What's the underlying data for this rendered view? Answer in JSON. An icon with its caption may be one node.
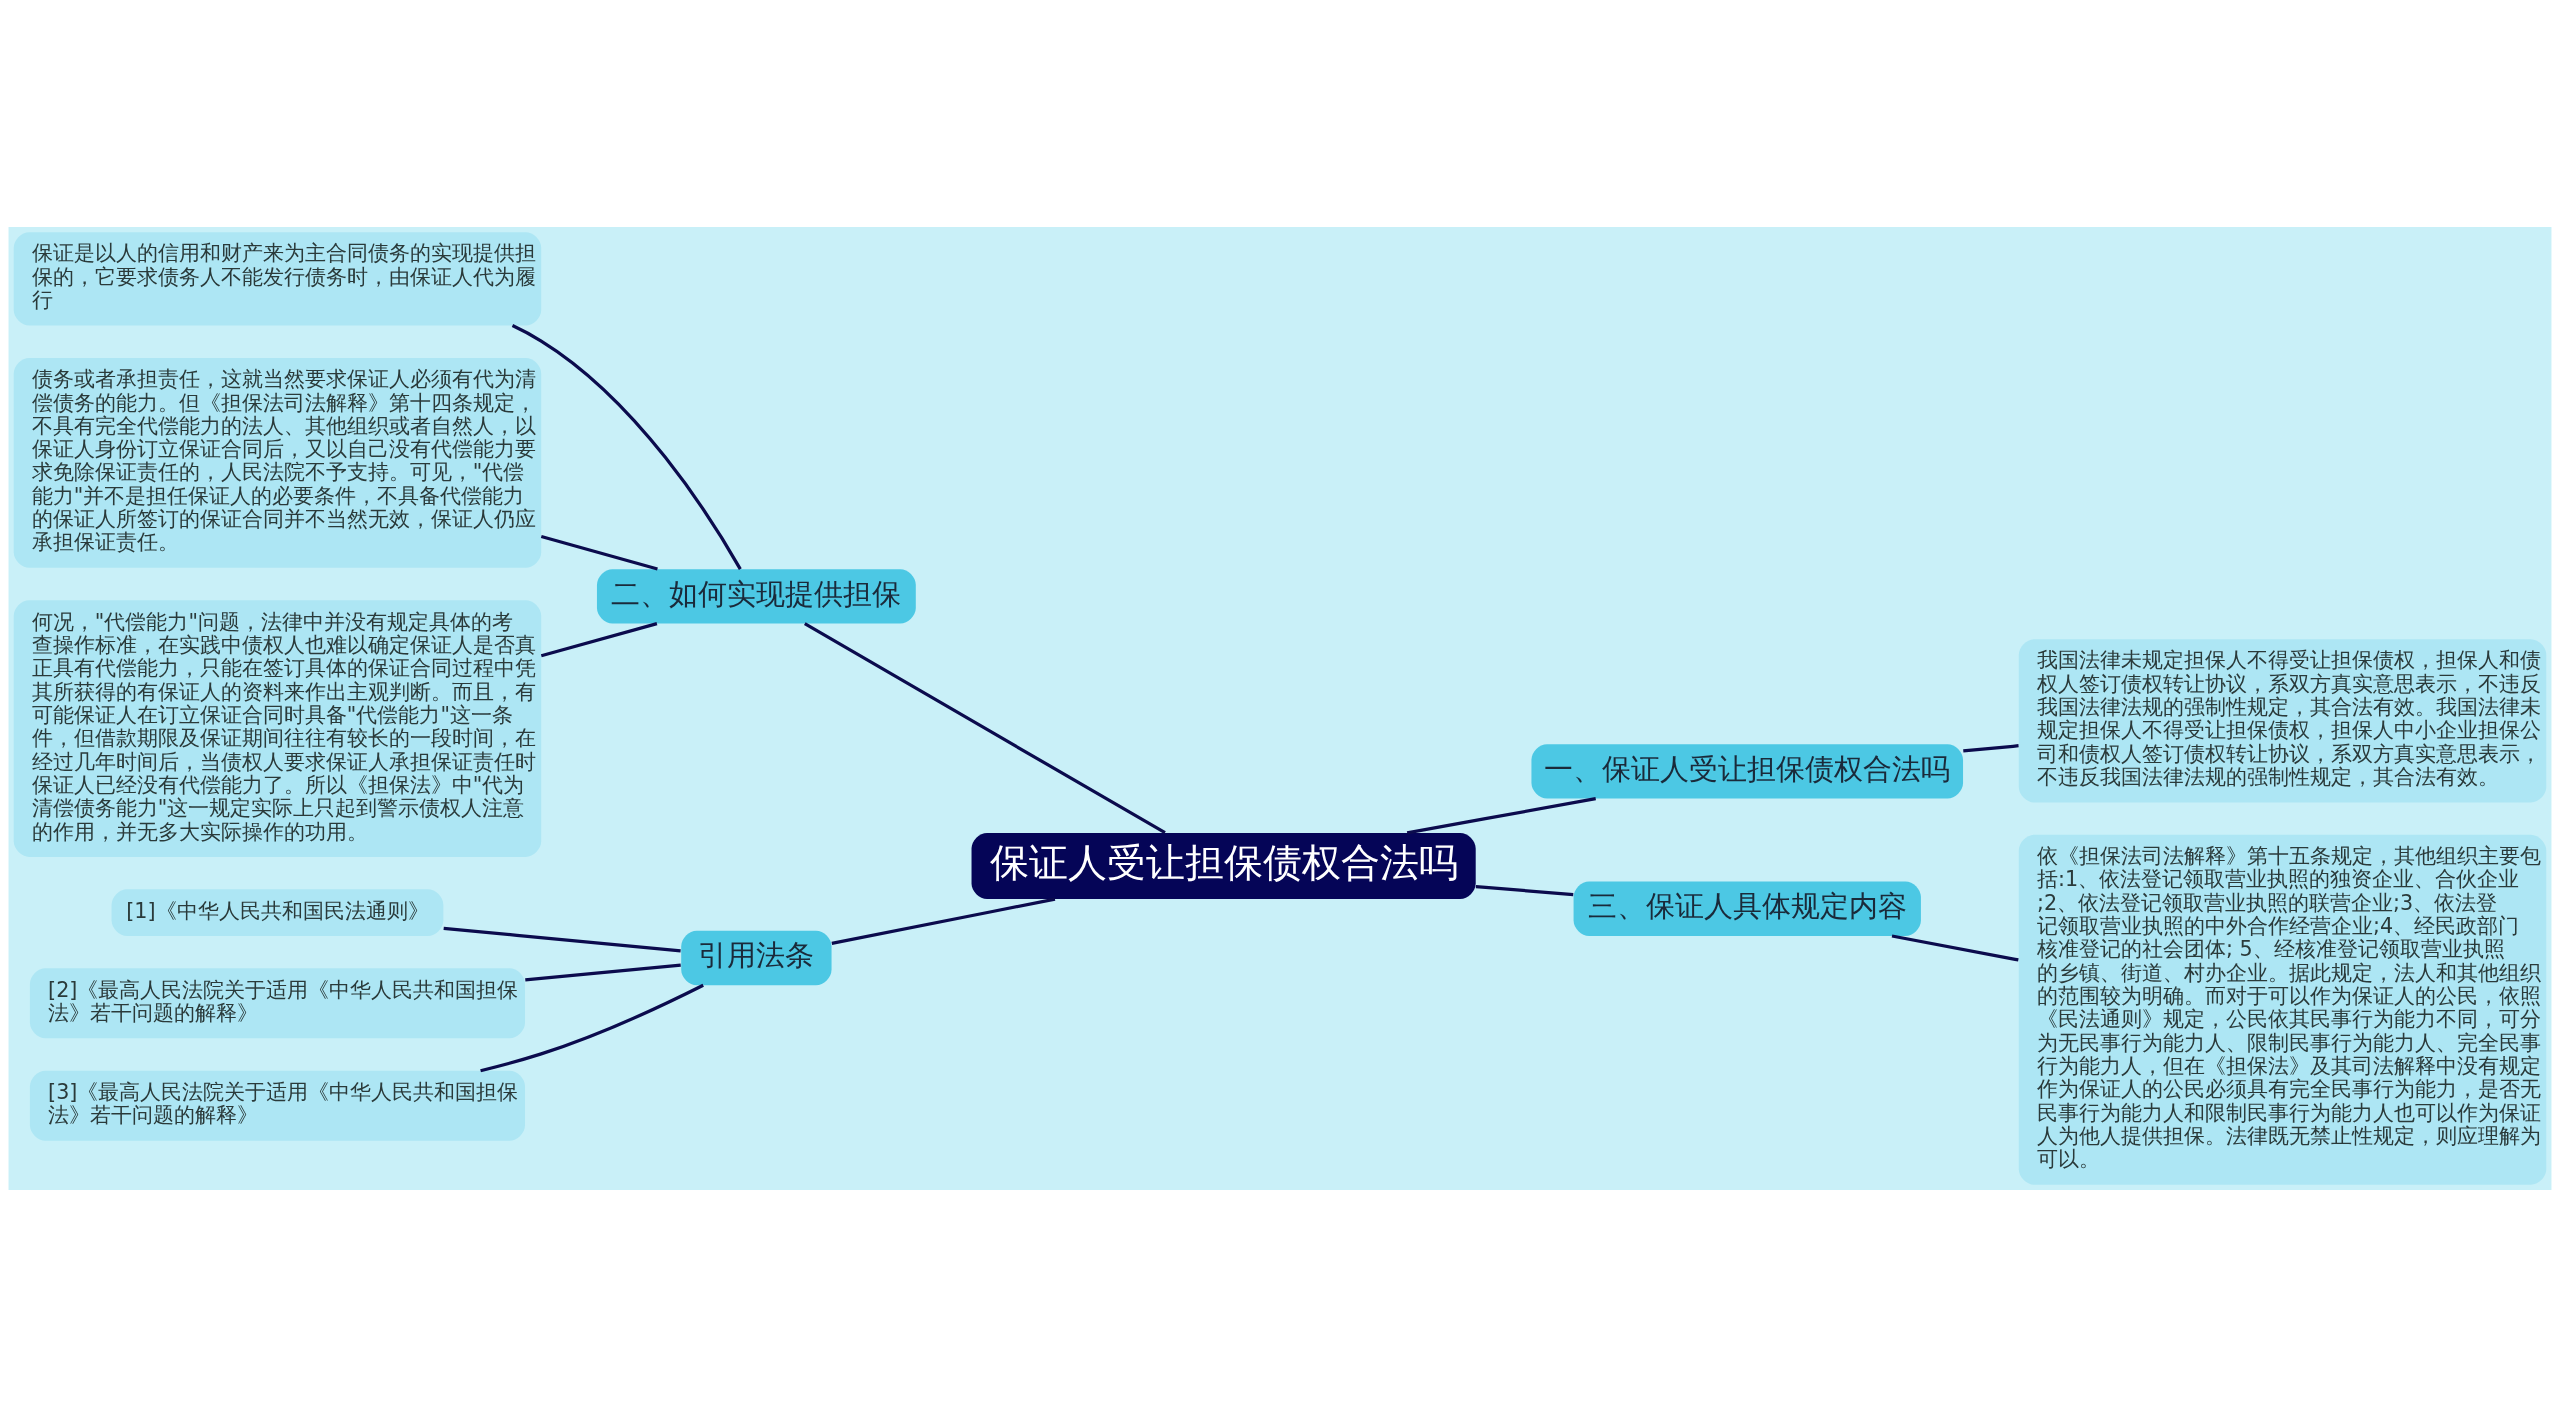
{
  "diagram": {
    "nodes": [
      {
        "text": [
          "保证人受让担保债权合法吗"
        ]
      },
      {
        "text": [
          "二、如何实现提供担保"
        ]
      },
      {
        "text": [
          "保证是以人的信用和财产来为主合同债务的实现提供担保的，它要求债务人不能发行债务时，由保证人代为履行"
        ]
      },
      {
        "text": [
          "债务或者承担责任，这就当然要求保证人必须有代为清偿债务的能力。但《担保法司法解释》第十四条规定，不具有完全代偿能力的法人、其他组织或者自然人，以保证人身份订立保证合同后，又以自己没有代偿能力要求免除保证责任的，人民法院不予支持。可见，\"代偿能力\"并不是担任保证人的必要条件，不具备代偿能力的保证人所签订的保证合同并不当然无效，保证人仍应承担保证责任。"
        ]
      },
      {
        "text": [
          "何况，\"代偿能力\"问题，法律中并没有规定具体的考查操作标准，在实践中债权人也难以确定保证人是否真正具有代偿能力，只能在签订具体的保证合同过程中凭其所获得的有保证人的资料来作出主观判断。而且，有可能保证人在订立保证合同时具备\"代偿能力\"这一条件，但借款期限及保证期间往往有较长的一段时间，在经过几年时间后，当债权人要求保证人承担保证责任时保证人已经没有代偿能力了。所以《担保法》中\"代为清偿债务能力\"这一规定实际上只起到警示债权人注意的作用，并无多大实际操作的功用。"
        ]
      },
      {
        "text": [
          "引用法条"
        ]
      },
      {
        "text": [
          "[1]《中华人民共和国民法通则》"
        ]
      },
      {
        "text": [
          "[2]《最高人民法院关于适用《中华人民共和国担保法》若干问题的解释》"
        ]
      },
      {
        "text": [
          "[3]《最高人民法院关于适用《中华人民共和国担保法》若干问题的解释》"
        ]
      },
      {
        "text": [
          "一、保证人受让担保债权合法吗"
        ]
      },
      {
        "text": [
          "我国法律未规定担保人不得受让担保债权，担保人和债权人签订债权转让协议，系双方真实意思表示，不违反我国法律法规的强制性规定，其合法有效。我国法律未规定担保人不得受让担保债权，担保人中小企业担保公司和债权人签订债权转让协议，系双方真实意思表示，不违反我国法律法规的强制性规定，其合法有效。"
        ]
      },
      {
        "text": [
          "三、保证人具体规定内容"
        ]
      },
      {
        "text": [
          "依《担保法司法解释》第十五条规定，其他组织主要包括:1、依法登记领取营业执照的独资企业、合伙企业;2、依法登记领取营业执照的联营企业;3、依法登记领取营业执照的中外合作经营企业;4、经民政部门核准登记的社会团体; 5、经核准登记领取营业执照的乡镇、街道、村办企业。据此规定，法人和其他组织的范围较为明确。而对于可以作为保证人的公民，依照《民法通则》规定，公民依其民事行为能力不同，可分为无民事行为能力人、限制民事行为能力人、完全民事行为能力人，但在《担保法》及其司法解释中没有规定作为保证人的公民必须具有完全民事行为能力，是否无民事行为能力人和限制民事行为能力人也可以作为保证人为他人提供担保。法律既无禁止性规定，则应理解为可以。"
        ]
      }
    ],
    "edges": [
      {
        "from": 0,
        "to": 1,
        "arrow": "none"
      },
      {
        "from": 1,
        "to": 2,
        "arrow": "none"
      },
      {
        "from": 1,
        "to": 3,
        "arrow": "none"
      },
      {
        "from": 1,
        "to": 4,
        "arrow": "none"
      },
      {
        "from": 0,
        "to": 5,
        "arrow": "none"
      },
      {
        "from": 5,
        "to": 6,
        "arrow": "none"
      },
      {
        "from": 5,
        "to": 7,
        "arrow": "none"
      },
      {
        "from": 5,
        "to": 8,
        "arrow": "none"
      },
      {
        "from": 0,
        "to": 9,
        "arrow": "none"
      },
      {
        "from": 9,
        "to": 10,
        "arrow": "none"
      },
      {
        "from": 0,
        "to": 11,
        "arrow": "none"
      },
      {
        "from": 11,
        "to": 12,
        "arrow": "none"
      }
    ]
  }
}
